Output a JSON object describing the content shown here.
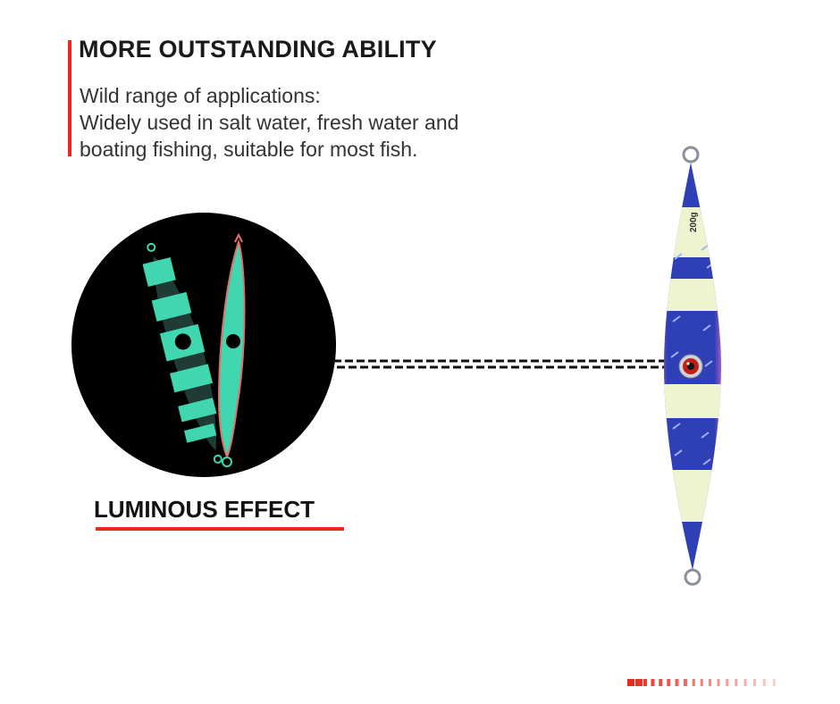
{
  "section": {
    "title": "MORE OUTSTANDING ABILITY",
    "description_lines": [
      "Wild range of applications:",
      "Widely used in salt water, fresh water and",
      "boating fishing, suitable for most fish."
    ]
  },
  "inset": {
    "label": "LUMINOUS EFFECT"
  },
  "lure": {
    "weight_label": "200g"
  },
  "colors": {
    "accent": "#e8291c",
    "glow": "#3fd6b0",
    "lure_blue": "#2f3fb5",
    "lure_glow": "#eef4d0",
    "lure_pink": "#d86bd0"
  }
}
